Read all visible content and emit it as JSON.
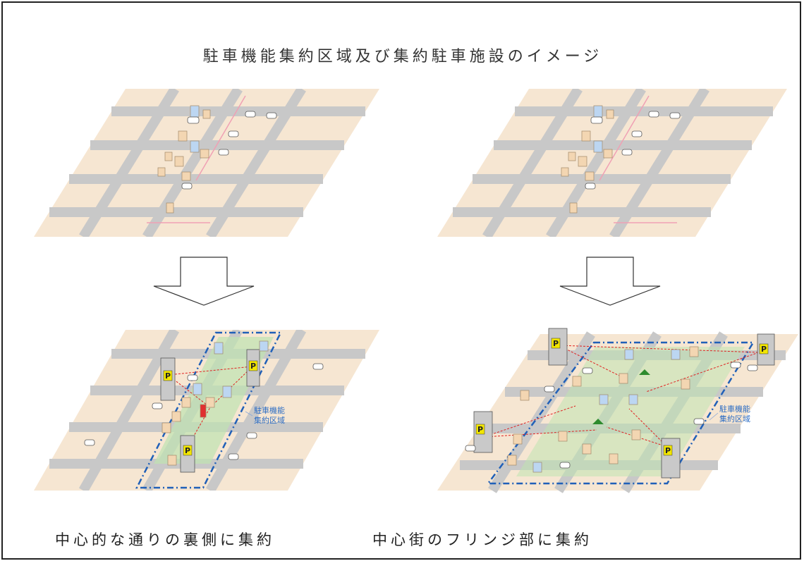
{
  "title": "駐車機能集約区域及び集約駐車施設のイメージ",
  "zone_label_line1": "駐車機能",
  "zone_label_line2": "集約区域",
  "parking_sign": "P",
  "captions": {
    "left": "中心的な通りの裏側に集約",
    "right": "中心街のフリンジ部に集約"
  },
  "colors": {
    "ground": "#f6e6d2",
    "road": "#c8c8c8",
    "green_path": "#bfe3b0",
    "zone_border": "#2060b8",
    "walk_route": "#e02020",
    "parking_sign": "#f2e600",
    "building": "#f3d6b2",
    "glass_building": "#bcd6f2"
  }
}
